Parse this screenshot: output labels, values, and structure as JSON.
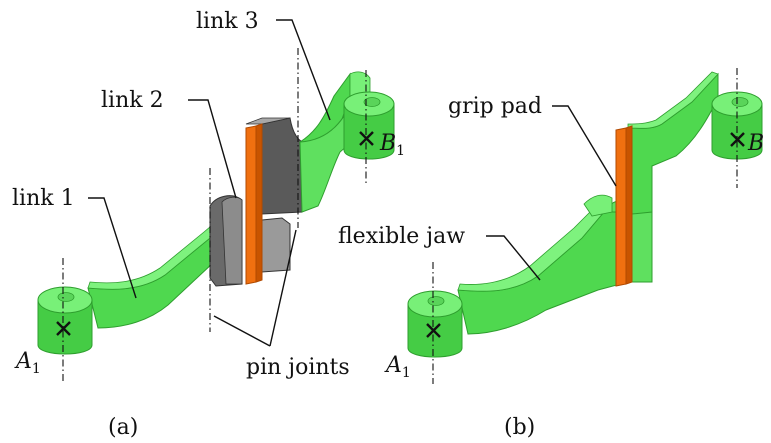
{
  "panel_a": {
    "caption": "(a)",
    "labels": {
      "link1": "link 1",
      "link2": "link 2",
      "link3": "link 3",
      "pin_joints": "pin joints",
      "A1_main": "A",
      "A1_sub": "1",
      "B1_main": "B",
      "B1_sub": "1"
    }
  },
  "panel_b": {
    "caption": "(b)",
    "labels": {
      "grip_pad": "grip pad",
      "flexible_jaw": "flexible jaw",
      "A1_main": "A",
      "A1_sub": "1",
      "B_main": "B"
    }
  },
  "colors": {
    "green_light": "#66ee66",
    "green_mid": "#4fd84f",
    "green_dark": "#35b835",
    "gray_light": "#9a9a9a",
    "gray_dark": "#5a5a5a",
    "orange": "#f07010",
    "orange_dark": "#c85400"
  }
}
